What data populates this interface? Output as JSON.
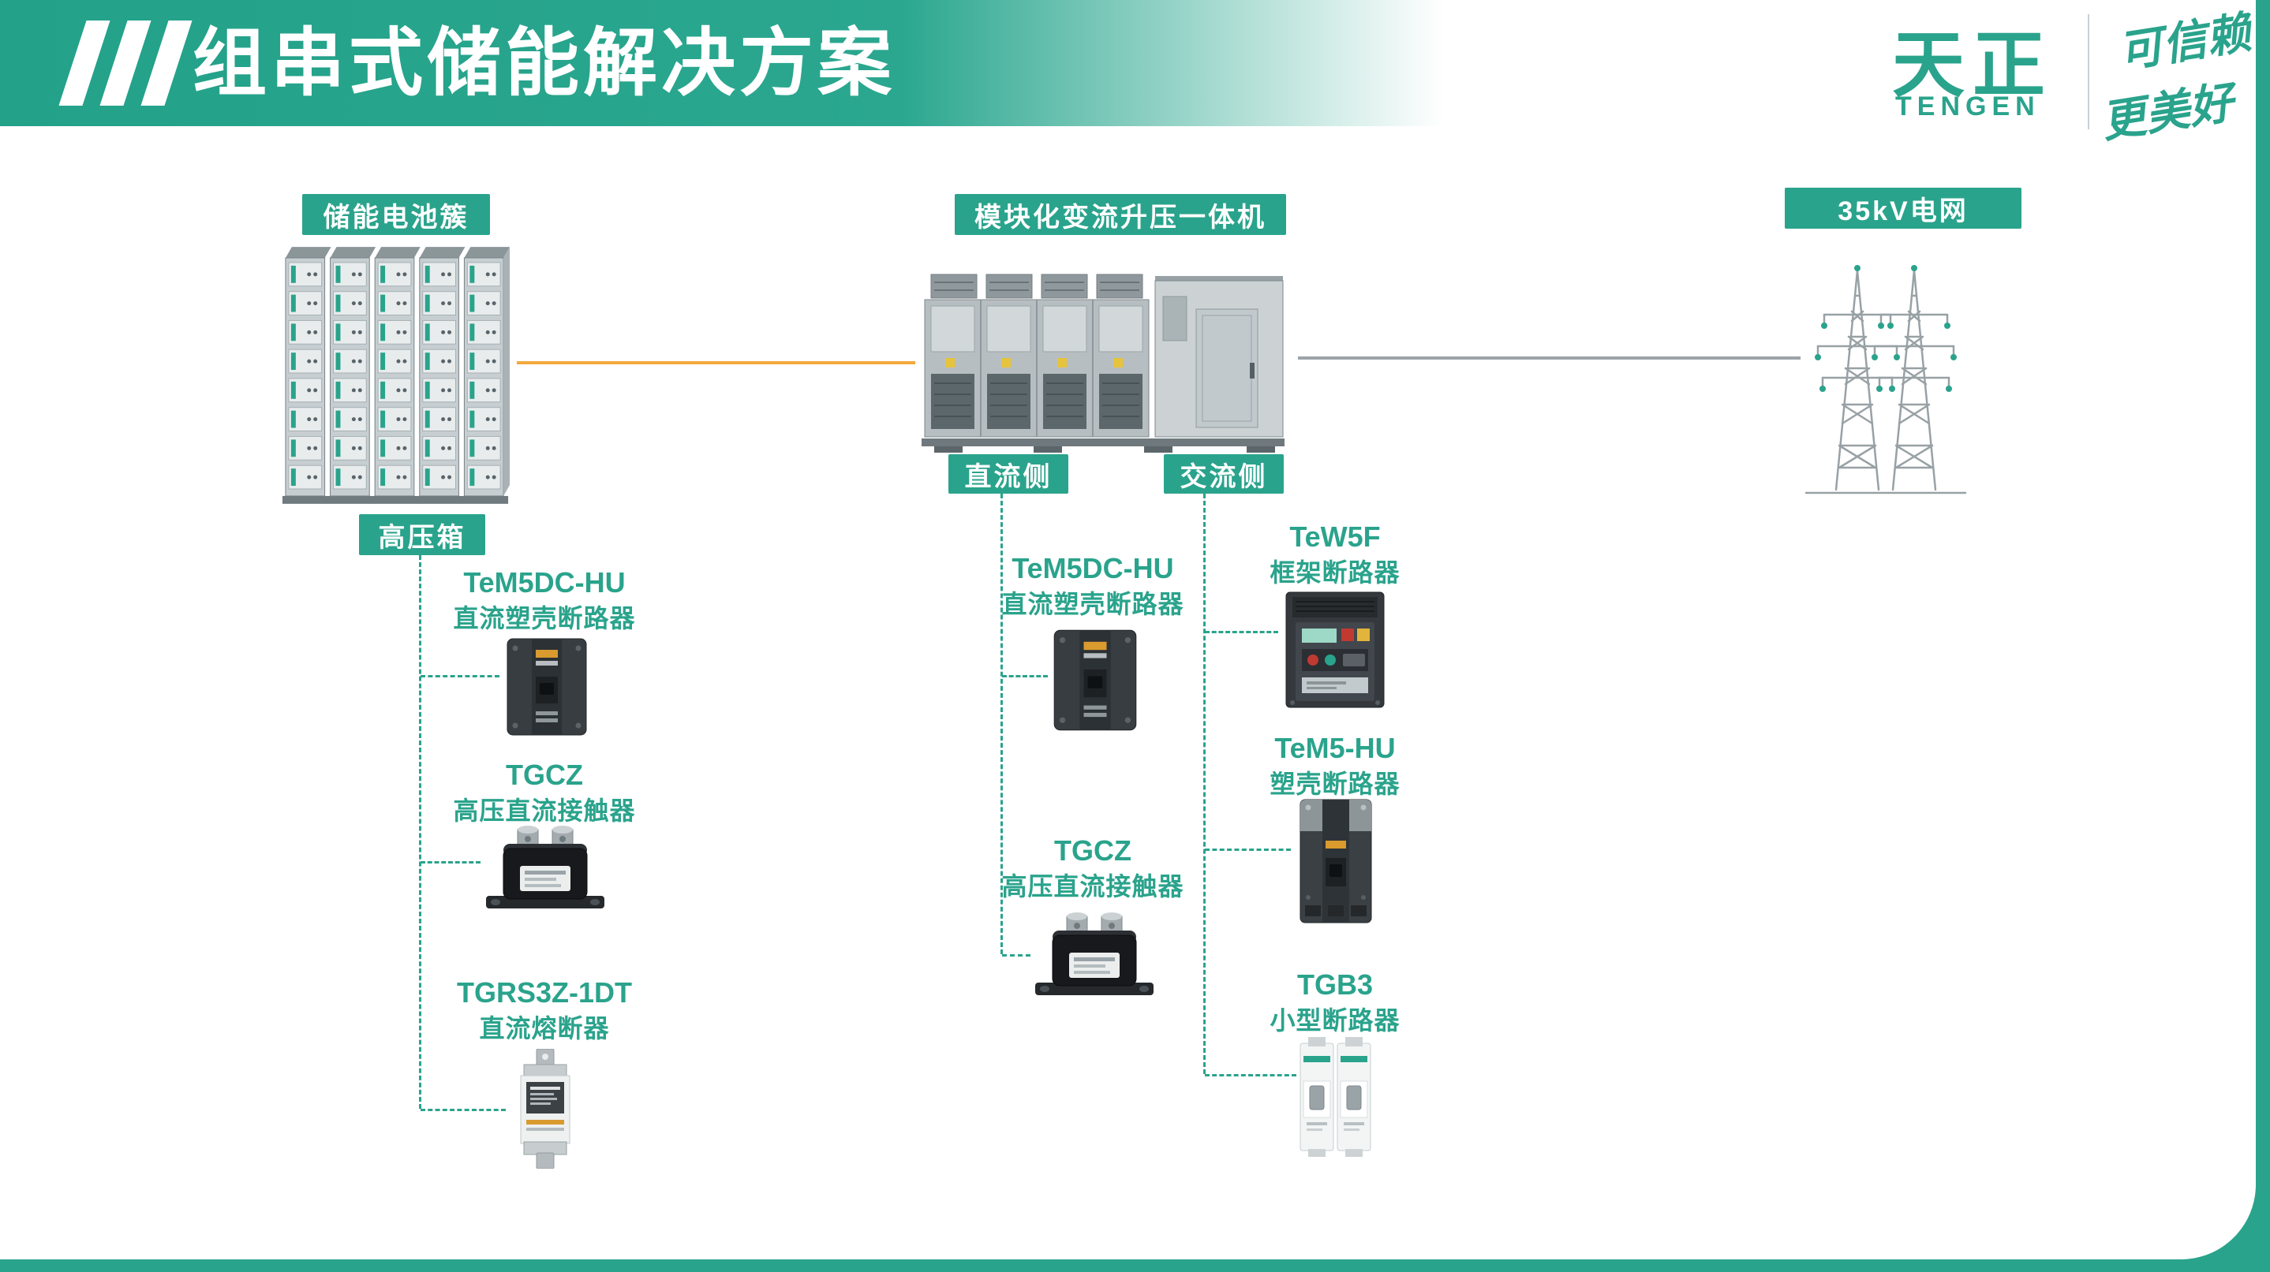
{
  "header": {
    "title": "组串式储能解决方案"
  },
  "logo": {
    "brand_cn": "天正",
    "brand_en": "TENGEN",
    "slogan1": "可信赖",
    "slogan2": "更美好"
  },
  "nodes": {
    "battery": "储能电池簇",
    "pcs": "模块化变流升压一体机",
    "grid": "35kV电网",
    "hv_box": "高压箱",
    "dc_side": "直流侧",
    "ac_side": "交流侧"
  },
  "products": {
    "hv1": {
      "model": "TeM5DC-HU",
      "name": "直流塑壳断路器"
    },
    "hv2": {
      "model": "TGCZ",
      "name": "高压直流接触器"
    },
    "hv3": {
      "model": "TGRS3Z-1DT",
      "name": "直流熔断器"
    },
    "dc1": {
      "model": "TeM5DC-HU",
      "name": "直流塑壳断路器"
    },
    "dc2": {
      "model": "TGCZ",
      "name": "高压直流接触器"
    },
    "ac1": {
      "model": "TeW5F",
      "name": "框架断路器"
    },
    "ac2": {
      "model": "TeM5-HU",
      "name": "塑壳断路器"
    },
    "ac3": {
      "model": "TGB3",
      "name": "小型断路器"
    }
  },
  "colors": {
    "accent": "#2AA38C",
    "dcline": "#F2A93C",
    "acline": "#9CA4A8"
  }
}
